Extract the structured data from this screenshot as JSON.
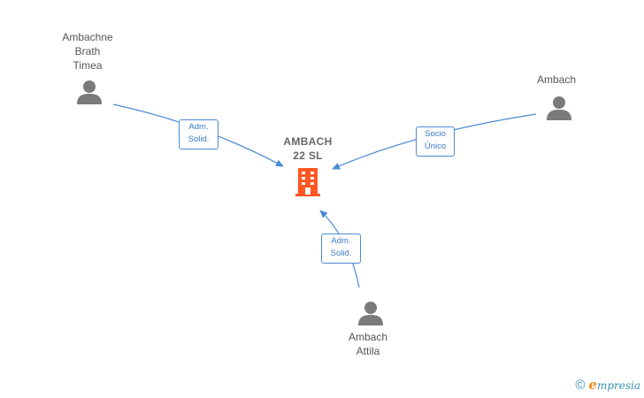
{
  "company": {
    "name": "AMBACH\n22  SL",
    "icon": "building-icon",
    "color": "#ff5722"
  },
  "people": [
    {
      "id": "ambachne",
      "name": "Ambachne\nBrath\nTimea",
      "icon": "person-icon"
    },
    {
      "id": "ambach",
      "name": "Ambach",
      "icon": "person-icon"
    },
    {
      "id": "ambach-attila",
      "name": "Ambach\nAttila",
      "icon": "person-icon"
    }
  ],
  "relations": [
    {
      "from": "ambachne",
      "label": "Adm.\nSolid."
    },
    {
      "from": "ambach",
      "label": "Socio\nÚnico"
    },
    {
      "from": "ambach-attila",
      "label": "Adm.\nSolid."
    }
  ],
  "footer": {
    "copyright_symbol": "©",
    "brand_initial": "e",
    "brand_rest": "mpresia"
  },
  "colors": {
    "edge": "#4a8ad4",
    "person": "#7b7b7b",
    "brand": "#3a8fb7",
    "brand_accent": "#f08c1a"
  }
}
